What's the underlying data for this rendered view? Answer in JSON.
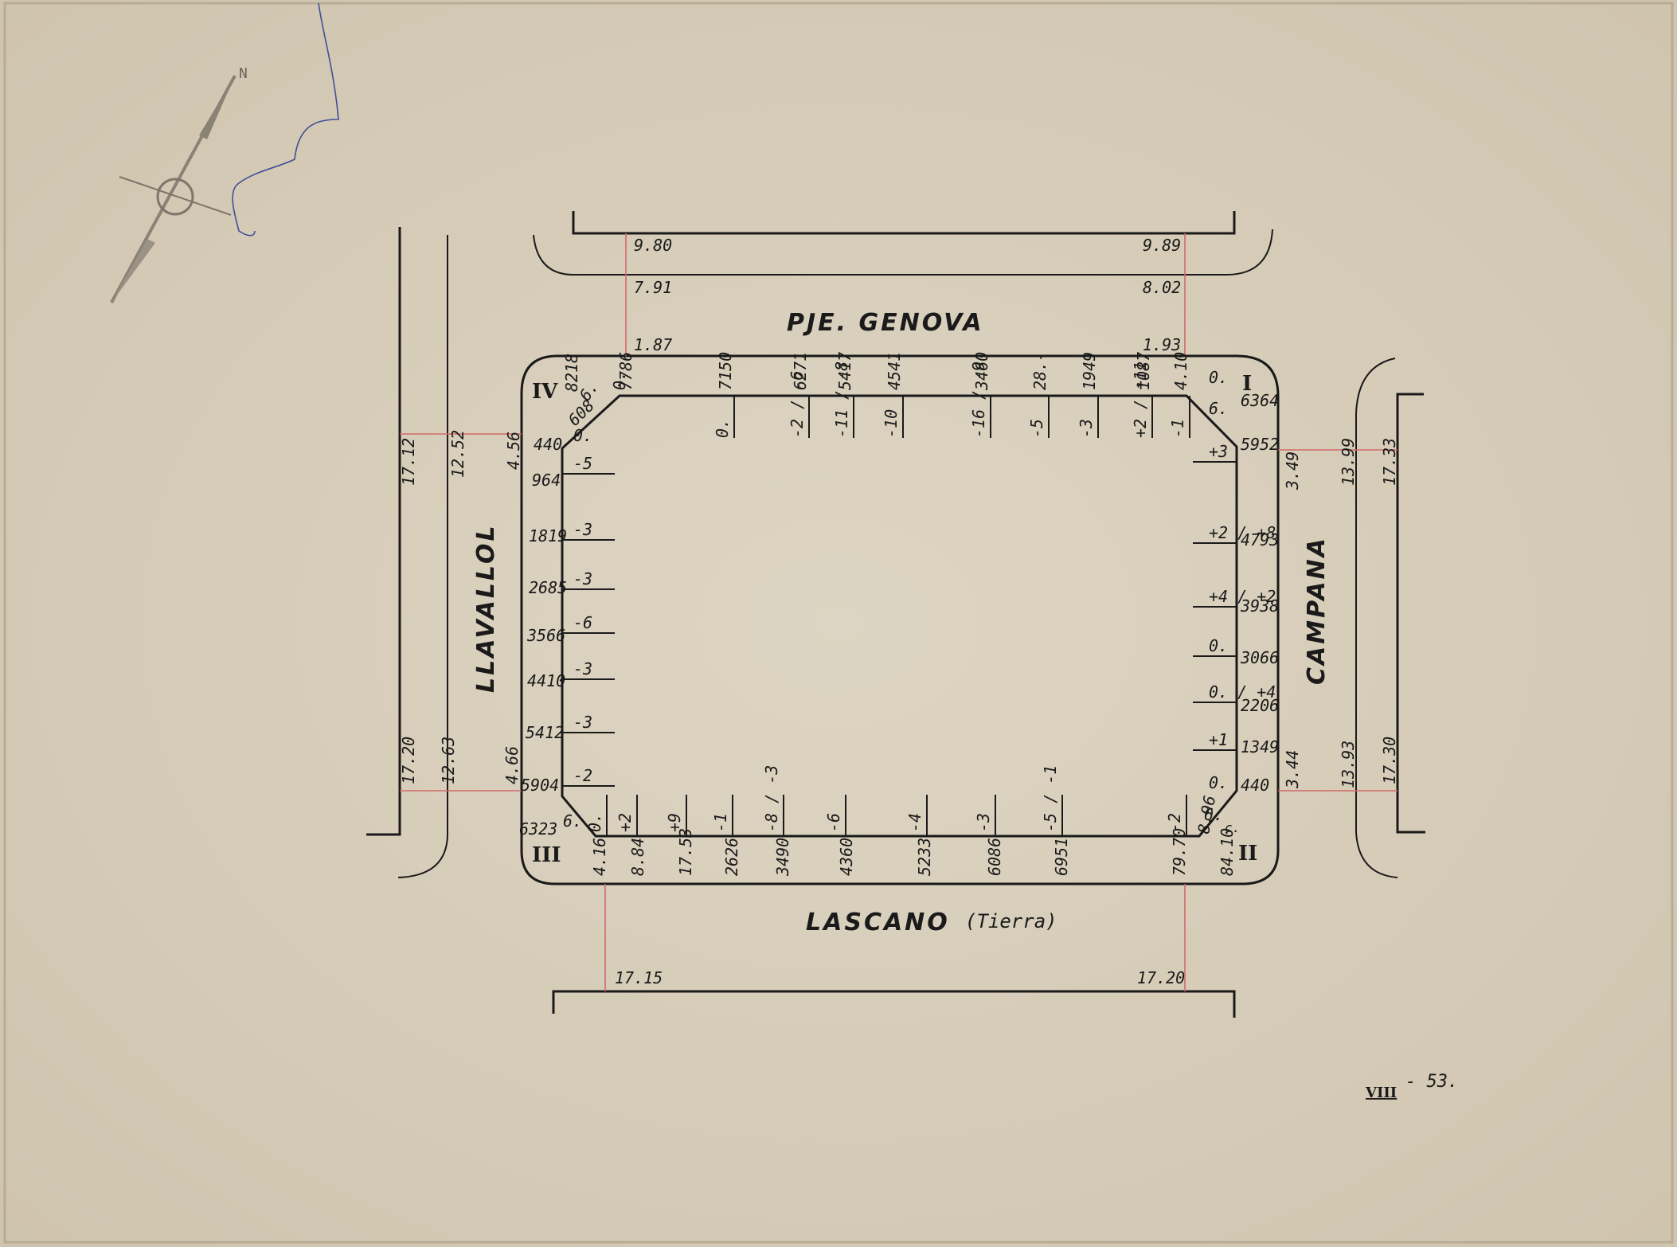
{
  "streets": {
    "north": "PJE. GENOVA",
    "south": "LASCANO",
    "south_note": "(Tierra)",
    "west": "LLAVALLOL",
    "east": "CAMPANA"
  },
  "corners": {
    "I": "I",
    "II": "II",
    "III": "III",
    "IV": "IV"
  },
  "sheet_ref": {
    "roman": "VIII",
    "number": "- 53."
  },
  "compass": {
    "north": "N"
  },
  "north_edge": {
    "dist": [
      "0.",
      "7786",
      "7150",
      "6271",
      "5417",
      "4541",
      "3460",
      "28.-",
      "1949",
      "1087",
      "4.10"
    ],
    "off": [
      "0.",
      "-2 / -6",
      "-11 / -8",
      "-10",
      "-16 / -9",
      "-5",
      "-3",
      "+2 / +11",
      "-1"
    ]
  },
  "south_edge": {
    "dist": [
      "4.16",
      "8.84",
      "17.53",
      "2626",
      "3490",
      "4360",
      "5233",
      "6086",
      "6951",
      "79.70",
      "84.10"
    ],
    "off": [
      "0.",
      "+2",
      "+9",
      "-1",
      "-8 / -3",
      "-6",
      "-4",
      "-3",
      "-5 / -1",
      "-2"
    ]
  },
  "west_edge": {
    "dist": [
      "8218",
      "608",
      "440",
      "964",
      "1819",
      "2685",
      "3566",
      "4410",
      "5412",
      "5904",
      "6323"
    ],
    "off": [
      "0.",
      "-5",
      "-3",
      "-3",
      "-6",
      "-3",
      "-3",
      "-2"
    ]
  },
  "east_edge": {
    "dist": [
      "6364",
      "5952",
      "4793",
      "3938",
      "3066",
      "2206",
      "1349",
      "440",
      "8.96"
    ],
    "off": [
      "0.",
      "+3",
      "+2 / +8",
      "+4 / +2",
      "0.",
      "0. / +4",
      "+1",
      "0."
    ]
  },
  "chamfer": {
    "ne": "6.",
    "nw": "6.",
    "sw": "6.",
    "se": "6.",
    "c": "c."
  },
  "ties": {
    "north": {
      "left_top": "9.80",
      "left_mid": "7.91",
      "left_low": "1.87",
      "right_top": "9.89",
      "right_mid": "8.02",
      "right_low": "1.93"
    },
    "south": {
      "left": "17.15",
      "right": "17.20"
    },
    "west_top": {
      "a": "17.12",
      "b": "12.52",
      "c": "4.56"
    },
    "west_bottom": {
      "a": "17.20",
      "b": "12.63",
      "c": "4.66"
    },
    "east_top": {
      "a": "3.49",
      "b": "13.99",
      "c": "17.33"
    },
    "east_bottom": {
      "a": "3.44",
      "b": "13.93",
      "c": "17.30"
    }
  },
  "colors": {
    "paper": "#d9d0bd",
    "ink": "#1a1a1a",
    "tie_line": "#d4686a",
    "river": "#3f4f9a"
  }
}
